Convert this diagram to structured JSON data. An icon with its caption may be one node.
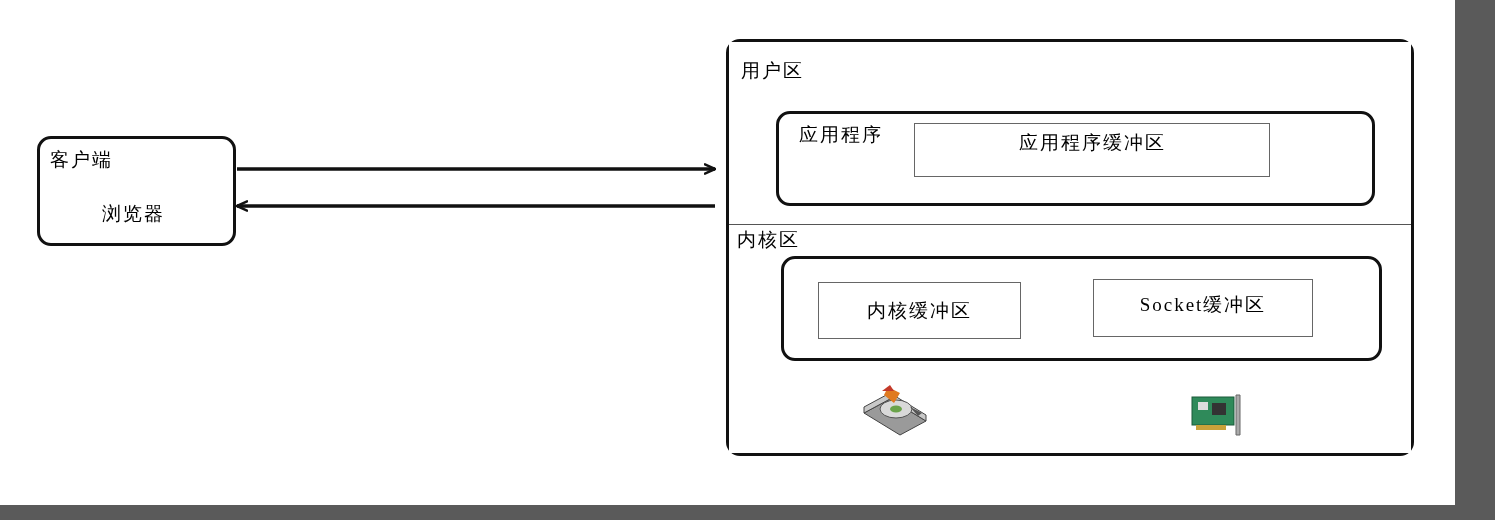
{
  "diagram": {
    "nodes": [
      {
        "text": [
          "客户端",
          "浏览器"
        ]
      },
      {
        "text": [],
        "shape": "box"
      },
      {
        "text": [
          "用户区"
        ],
        "in": 1
      },
      {
        "text": [
          "应用程序"
        ],
        "in": 2
      },
      {
        "text": [
          "应用程序缓冲区"
        ],
        "in": 3
      },
      {
        "text": [
          "内核区"
        ],
        "in": 1
      },
      {
        "text": [],
        "shape": "box",
        "in": 5
      },
      {
        "text": [
          "内核缓冲区"
        ],
        "in": 6
      },
      {
        "text": [
          "Socket缓冲区"
        ],
        "in": 6
      }
    ],
    "edges": [
      {
        "from": 0,
        "to": 1,
        "arrow": "to"
      },
      {
        "from": 1,
        "to": 0,
        "arrow": "to"
      }
    ]
  }
}
